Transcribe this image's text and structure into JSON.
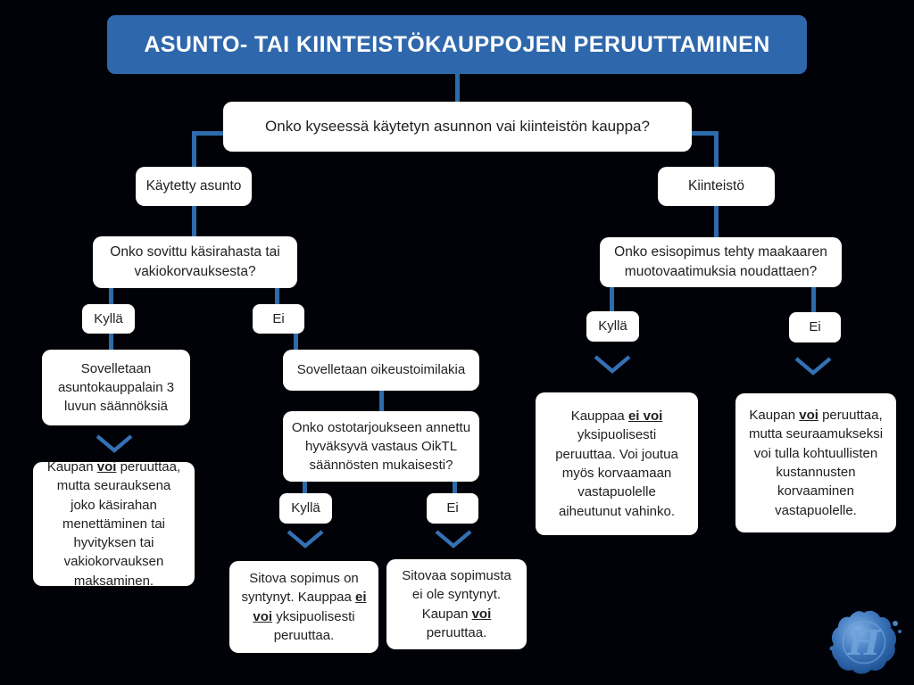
{
  "header": {
    "title": "ASUNTO- TAI KIINTEISTÖKAUPPOJEN PERUUTTAMINEN"
  },
  "flow": {
    "root_question": "Onko kyseessä käytetyn asunnon vai kiinteistön kauppa?",
    "used_apartment": {
      "label": "Käytetty asunto",
      "question": "Onko sovittu käsirahasta tai vakiokorvauksesta?",
      "yes_label": "Kyllä",
      "no_label": "Ei",
      "yes_path": {
        "rule": "Sovelletaan asuntokauppalain 3 luvun säännöksiä",
        "outcome": [
          {
            "t": "Kaupan "
          },
          {
            "t": "voi",
            "bu": true
          },
          {
            "t": " peruuttaa, mutta seurauksena joko käsirahan menettäminen tai hyvityksen tai vakiokorvauksen maksaminen."
          }
        ]
      },
      "no_path": {
        "rule": "Sovelletaan oikeustoimilakia",
        "question": "Onko ostotarjoukseen annettu hyväksyvä vastaus OikTL säännösten mukaisesti?",
        "yes_label": "Kyllä",
        "no_label": "Ei",
        "yes_outcome": [
          {
            "t": "Sitova sopimus on syntynyt. Kauppaa "
          },
          {
            "t": "ei voi",
            "bu": true
          },
          {
            "t": " yksipuolisesti peruuttaa."
          }
        ],
        "no_outcome": [
          {
            "t": "Sitovaa sopimusta ei ole syntynyt. Kaupan "
          },
          {
            "t": "voi",
            "bu": true
          },
          {
            "t": " peruuttaa."
          }
        ]
      }
    },
    "real_estate": {
      "label": "Kiinteistö",
      "question": "Onko esisopimus tehty maakaaren muotovaatimuksia noudattaen?",
      "yes_label": "Kyllä",
      "no_label": "Ei",
      "yes_outcome": [
        {
          "t": "Kauppaa "
        },
        {
          "t": "ei voi",
          "bu": true
        },
        {
          "t": " yksipuolisesti peruuttaa. Voi joutua myös korvaamaan vastapuolelle aiheutunut vahinko."
        }
      ],
      "no_outcome": [
        {
          "t": "Kaupan "
        },
        {
          "t": "voi",
          "bu": true
        },
        {
          "t": " peruuttaa, mutta seuraamukseksi voi tulla kohtuullisten kustannusten korvaaminen vastapuolelle."
        }
      ]
    }
  },
  "logo": {
    "monogram": "H"
  },
  "colors": {
    "background": "#000208",
    "accent": "#2e6bac",
    "title_bg": "#2e67ac",
    "title_text": "#ffffff",
    "box_bg": "#ffffff",
    "box_text": "#212121",
    "seal_blue": "#3a72b8"
  }
}
